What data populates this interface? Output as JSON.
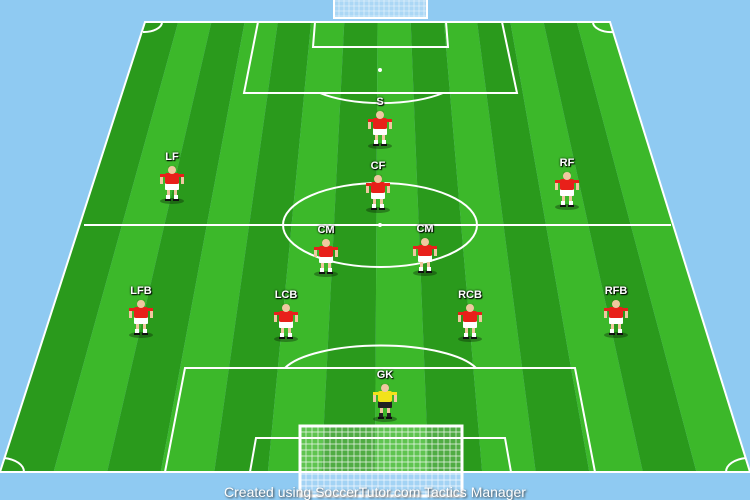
{
  "diagram": {
    "sky_color": "#8fcaf2",
    "grass_light": "#3cb82a",
    "grass_dark": "#2a9a1c",
    "line_color": "#ffffff",
    "kit_shirt": "#e8201a",
    "kit_shorts": "#ffffff",
    "gk_shirt": "#f2e21a",
    "gk_shorts": "#222222"
  },
  "players": [
    {
      "label": "S",
      "role": "outfield"
    },
    {
      "label": "LF",
      "role": "outfield"
    },
    {
      "label": "CF",
      "role": "outfield"
    },
    {
      "label": "RF",
      "role": "outfield"
    },
    {
      "label": "CM",
      "role": "outfield"
    },
    {
      "label": "CM",
      "role": "outfield"
    },
    {
      "label": "LFB",
      "role": "outfield"
    },
    {
      "label": "LCB",
      "role": "outfield"
    },
    {
      "label": "RCB",
      "role": "outfield"
    },
    {
      "label": "RFB",
      "role": "outfield"
    },
    {
      "label": "GK",
      "role": "goalkeeper"
    }
  ],
  "credit": "Created using SoccerTutor.com Tactics Manager"
}
